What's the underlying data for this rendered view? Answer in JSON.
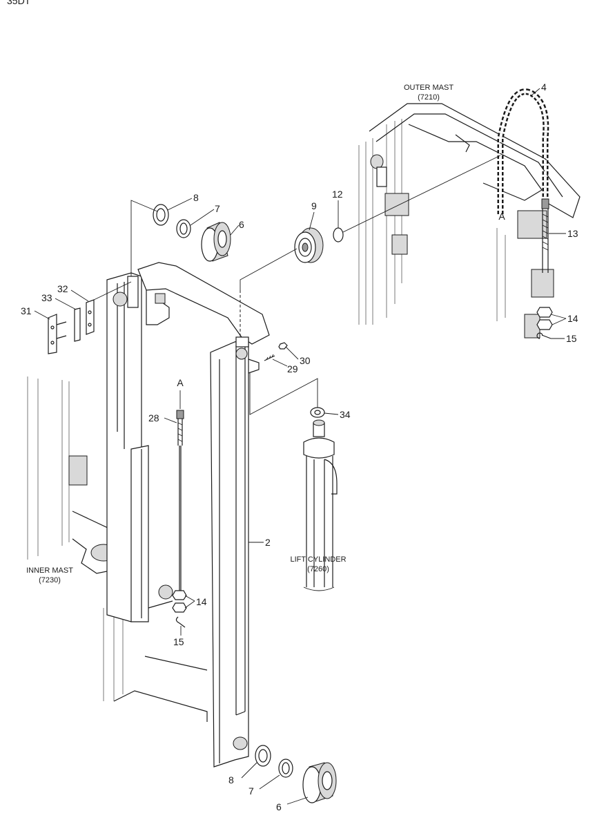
{
  "header": {
    "model_code": "35DT"
  },
  "assemblies": {
    "outer_mast": {
      "name": "OUTER MAST",
      "code": "(7210)"
    },
    "inner_mast": {
      "name": "INNER MAST",
      "code": "(7230)"
    },
    "lift_cylinder": {
      "name": "LIFT CYLINDER",
      "code": "(7260)"
    }
  },
  "connectors": {
    "a_top": "A",
    "a_bottom": "A"
  },
  "callouts": {
    "p2": "2",
    "p4": "4",
    "p6_top": "6",
    "p6_bottom": "6",
    "p7_top": "7",
    "p7_bottom": "7",
    "p8_top": "8",
    "p8_bottom": "8",
    "p9": "9",
    "p12": "12",
    "p13": "13",
    "p14_right": "14",
    "p14_left": "14",
    "p15_right": "15",
    "p15_left": "15",
    "p28": "28",
    "p29": "29",
    "p30": "30",
    "p31": "31",
    "p32": "32",
    "p33": "33",
    "p34": "34"
  }
}
